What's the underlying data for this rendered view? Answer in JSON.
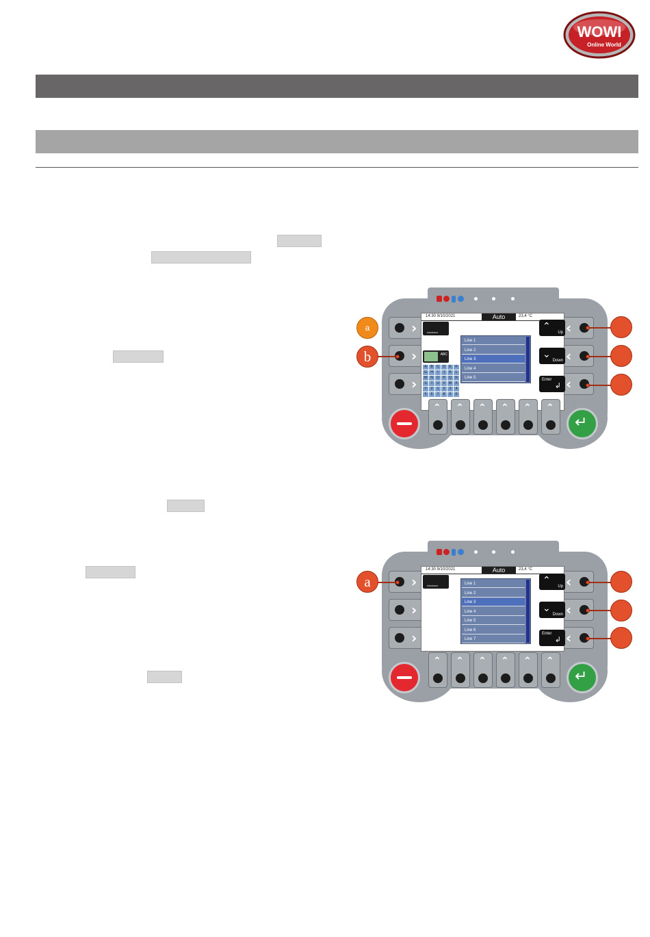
{
  "logo": {
    "text": "WOWI",
    "tagline": "Online World"
  },
  "device1": {
    "datetime": "14:30 9/10/2021",
    "mode": "Auto",
    "temp": "23,4 °C",
    "lines": [
      "Line 1",
      "Line 2",
      "Line 3",
      "Line 4",
      "Line 5"
    ],
    "selected_line": "Line 3",
    "abc_label": "ABC",
    "keys": [
      "A",
      "B",
      "C",
      "D",
      "E",
      "F",
      "G",
      "H",
      "I",
      "J",
      "K",
      "L",
      "M",
      "N",
      "O",
      "P",
      "Q",
      "R",
      "S",
      "T",
      "U",
      "V",
      "W",
      "X",
      "Y",
      "Z",
      "1",
      "2",
      "3",
      "4",
      "5",
      "6",
      "7",
      "8",
      "9",
      "0"
    ],
    "up_label": "Up",
    "down_label": "Down",
    "enter_label": "Enter",
    "database_label": "database",
    "callout_a": "a",
    "callout_b": "b"
  },
  "device2": {
    "datetime": "14:30 9/10/2021",
    "mode": "Auto",
    "temp": "23,4 °C",
    "lines": [
      "Line 1",
      "Line 2",
      "Line 3",
      "Line 4",
      "Line 5",
      "Line 6",
      "Line 7"
    ],
    "selected_line": "Line 3",
    "up_label": "Up",
    "down_label": "Down",
    "enter_label": "Enter",
    "database_label": "database",
    "callout_a": "a"
  },
  "colors": {
    "callout": "#e2502c",
    "panel": "#9aa0a6",
    "cancel": "#e4282f",
    "ok": "#33a046",
    "list": "#6c82ab",
    "selected": "#4e6fbc"
  }
}
